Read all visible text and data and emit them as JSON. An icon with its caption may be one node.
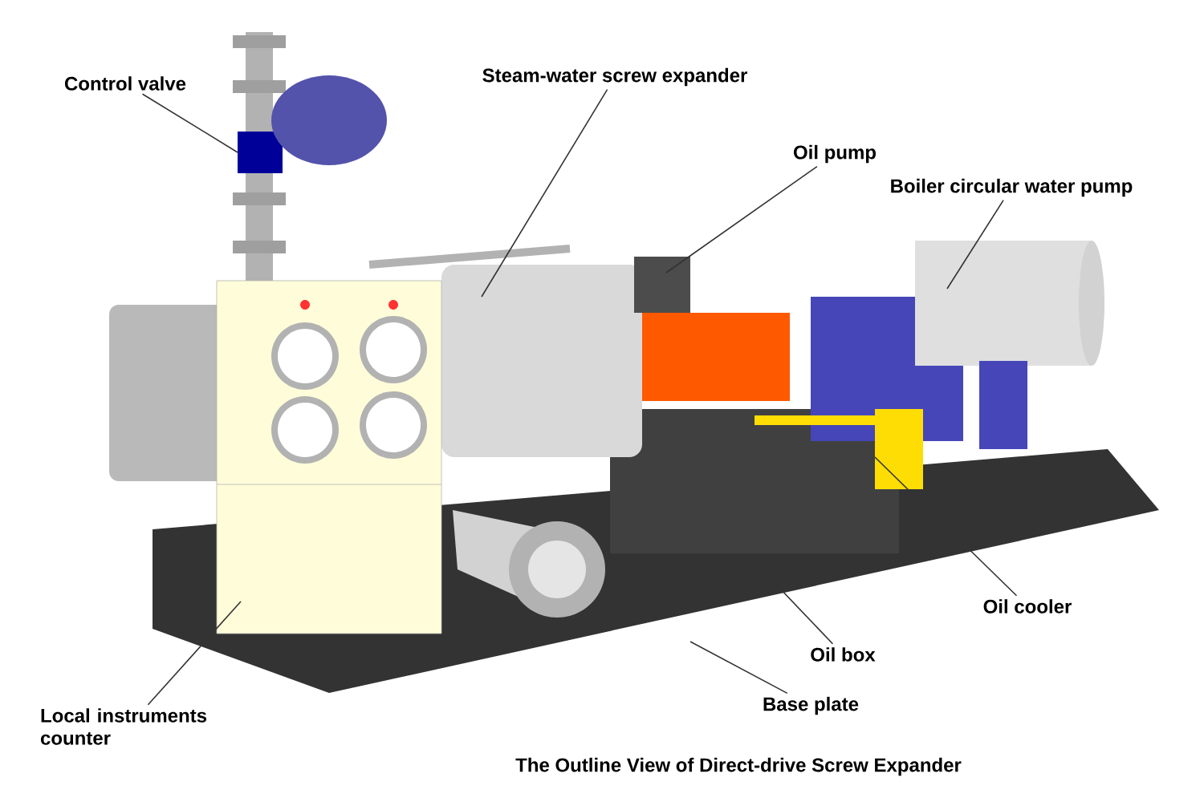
{
  "diagram": {
    "caption": "The Outline View of Direct-drive Screw Expander",
    "nodes": [
      {
        "text": [
          "Control valve"
        ]
      },
      {
        "text": [
          "Steam-water screw expander"
        ]
      },
      {
        "text": [
          "Oil pump"
        ]
      },
      {
        "text": [
          "Boiler circular water pump"
        ]
      },
      {
        "text": [
          "Oil cooler"
        ]
      },
      {
        "text": [
          "Oil box"
        ]
      },
      {
        "text": [
          "Base plate"
        ]
      },
      {
        "text": [
          "Local instruments counter"
        ]
      }
    ],
    "edges": [
      {
        "from": 0,
        "to": null,
        "arrow": "none"
      },
      {
        "from": 1,
        "to": null,
        "arrow": "none"
      },
      {
        "from": 2,
        "to": null,
        "arrow": "none"
      },
      {
        "from": 3,
        "to": null,
        "arrow": "none"
      },
      {
        "from": 4,
        "to": null,
        "arrow": "none"
      },
      {
        "from": 5,
        "to": null,
        "arrow": "none"
      },
      {
        "from": 6,
        "to": null,
        "arrow": "none"
      },
      {
        "from": 7,
        "to": null,
        "arrow": "none"
      }
    ]
  }
}
